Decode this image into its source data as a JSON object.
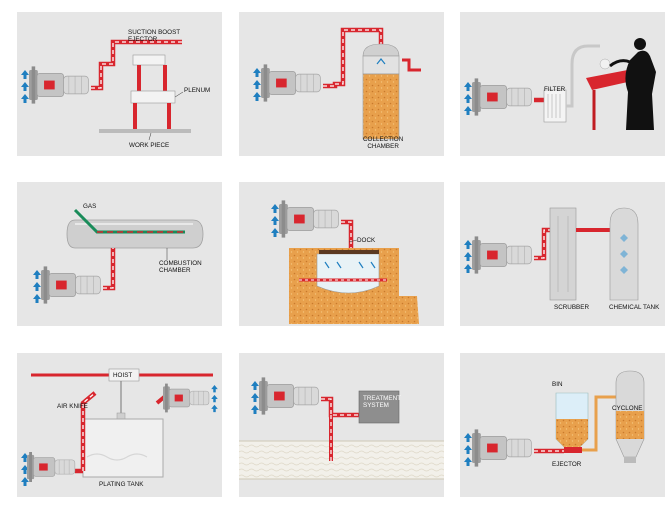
{
  "panels": [
    {
      "labels": {
        "ejector": "SUCTION BOOST\nEJECTOR",
        "plenum": "PLENUM",
        "work": "WORK PIECE"
      }
    },
    {
      "labels": {
        "chamber": "COLLECTION\nCHAMBER"
      }
    },
    {
      "labels": {
        "filter": "FILTER"
      }
    },
    {
      "labels": {
        "gas": "GAS",
        "chamber": "COMBUSTION\nCHAMBER"
      }
    },
    {
      "labels": {
        "dock": "DOCK"
      }
    },
    {
      "labels": {
        "scrubber": "SCRUBBER",
        "tank": "CHEMICAL TANK"
      }
    },
    {
      "labels": {
        "hoist": "HOIST",
        "knife": "AIR KNIFE",
        "tank": "PLATING TANK"
      }
    },
    {
      "labels": {
        "treatment": "TREATMENT\nSYSTEM"
      }
    },
    {
      "labels": {
        "bin": "BIN",
        "cyclone": "CYCLONE",
        "ejector": "EJECTOR"
      }
    }
  ],
  "colors": {
    "pipe": "#d8262e",
    "pipe_stripe": "#ffffff",
    "blower": "#b8b8b8",
    "motor": "#d5d5d5",
    "arrow": "#1f7fc0",
    "sand": "#e8a04c",
    "panel": "#e6e6e6"
  }
}
